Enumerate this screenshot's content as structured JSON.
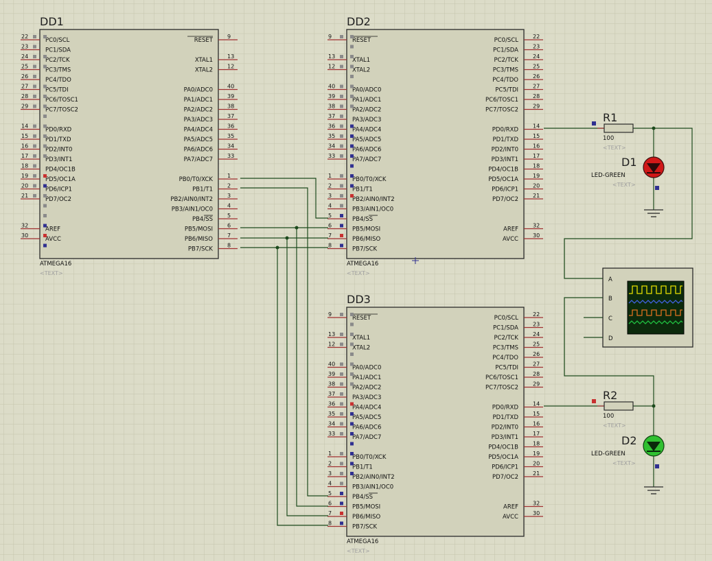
{
  "colors": {
    "background": "#dcdcc8",
    "chip_fill": "#d2d2bb",
    "wire": "#1c4a1c",
    "pin_line": "#a03030",
    "led_red": "#d01818",
    "led_green": "#30c030"
  },
  "chip_model": "ATMEGA16",
  "text_placeholder": "<TEXT>",
  "chips": [
    {
      "id": "DD1",
      "label": "DD1",
      "model": "ATMEGA16",
      "text": "<TEXT>",
      "left": [
        [
          "PC0/SCL",
          "22",
          "g"
        ],
        [
          "PC1/SDA",
          "23",
          "g"
        ],
        [
          "PC2/TCK",
          "24",
          "g"
        ],
        [
          "PC3/TMS",
          "25",
          "g"
        ],
        [
          "PC4/TDO",
          "26",
          "g"
        ],
        [
          "PC5/TDI",
          "27",
          "g"
        ],
        [
          "PC6/TOSC1",
          "28",
          "g"
        ],
        [
          "PC7/TOSC2",
          "29",
          "g"
        ],
        null,
        [
          "PD0/RXD",
          "14",
          "g"
        ],
        [
          "PD1/TXD",
          "15",
          "g"
        ],
        [
          "PD2/INT0",
          "16",
          "g"
        ],
        [
          "PD3/INT1",
          "17",
          "g"
        ],
        [
          "PD4/OC1B",
          "18",
          "g"
        ],
        [
          "PD5/OC1A",
          "19",
          "g"
        ],
        [
          "PD6/ICP1",
          "20",
          "g"
        ],
        [
          "PD7/OC2",
          "21",
          "g"
        ],
        null,
        null,
        [
          "AREF",
          "32",
          ""
        ],
        [
          "AVCC",
          "30",
          ""
        ]
      ],
      "right": [
        [
          "RESET",
          "9",
          "g"
        ],
        null,
        [
          "XTAL1",
          "13",
          "g"
        ],
        [
          "XTAL2",
          "12",
          "g"
        ],
        null,
        [
          "PA0/ADC0",
          "40",
          "g"
        ],
        [
          "PA1/ADC1",
          "39",
          "g"
        ],
        [
          "PA2/ADC2",
          "38",
          "g"
        ],
        [
          "PA3/ADC3",
          "37",
          "g"
        ],
        [
          "PA4/ADC4",
          "36",
          "g"
        ],
        [
          "PA5/ADC5",
          "35",
          "g"
        ],
        [
          "PA6/ADC6",
          "34",
          "g"
        ],
        [
          "PA7/ADC7",
          "33",
          "g"
        ],
        null,
        [
          "PB0/T0/XCK",
          "1",
          "r"
        ],
        [
          "PB1/T1",
          "2",
          "b"
        ],
        [
          "PB2/AIN0/INT2",
          "3",
          "g"
        ],
        [
          "PB3/AIN1/OC0",
          "4",
          "g"
        ],
        [
          "PB4/SS",
          "5",
          "g"
        ],
        [
          "PB5/MOSI",
          "6",
          "b"
        ],
        [
          "PB6/MISO",
          "7",
          "r"
        ],
        [
          "PB7/SCK",
          "8",
          "b"
        ]
      ]
    },
    {
      "id": "DD2",
      "label": "DD2",
      "model": "ATMEGA16",
      "text": "<TEXT>",
      "left": [
        [
          "RESET",
          "9",
          "g"
        ],
        null,
        [
          "XTAL1",
          "13",
          "g"
        ],
        [
          "XTAL2",
          "12",
          "g"
        ],
        null,
        [
          "PA0/ADC0",
          "40",
          "g"
        ],
        [
          "PA1/ADC1",
          "39",
          "g"
        ],
        [
          "PA2/ADC2",
          "38",
          "g"
        ],
        [
          "PA3/ADC3",
          "37",
          "g"
        ],
        [
          "PA4/ADC4",
          "36",
          "g"
        ],
        [
          "PA5/ADC5",
          "35",
          "g"
        ],
        [
          "PA6/ADC6",
          "34",
          "g"
        ],
        [
          "PA7/ADC7",
          "33",
          "g"
        ],
        null,
        [
          "PB0/T0/XCK",
          "1",
          "g"
        ],
        [
          "PB1/T1",
          "2",
          "g"
        ],
        [
          "PB2/AIN0/INT2",
          "3",
          "g"
        ],
        [
          "PB3/AIN1/OC0",
          "4",
          "g"
        ],
        [
          "PB4/SS",
          "5",
          "b"
        ],
        [
          "PB5/MOSI",
          "6",
          "b"
        ],
        [
          "PB6/MISO",
          "7",
          "r"
        ],
        [
          "PB7/SCK",
          "8",
          "b"
        ]
      ],
      "right": [
        [
          "PC0/SCL",
          "22",
          "g"
        ],
        [
          "PC1/SDA",
          "23",
          "g"
        ],
        [
          "PC2/TCK",
          "24",
          "g"
        ],
        [
          "PC3/TMS",
          "25",
          "g"
        ],
        [
          "PC4/TDO",
          "26",
          "g"
        ],
        [
          "PC5/TDI",
          "27",
          "g"
        ],
        [
          "PC6/TOSC1",
          "28",
          "g"
        ],
        [
          "PC7/TOSC2",
          "29",
          "g"
        ],
        null,
        [
          "PD0/RXD",
          "14",
          "b"
        ],
        [
          "PD1/TXD",
          "15",
          "b"
        ],
        [
          "PD2/INT0",
          "16",
          "b"
        ],
        [
          "PD3/INT1",
          "17",
          "b"
        ],
        [
          "PD4/OC1B",
          "18",
          "b"
        ],
        [
          "PD5/OC1A",
          "19",
          "b"
        ],
        [
          "PD6/ICP1",
          "20",
          "b"
        ],
        [
          "PD7/OC2",
          "21",
          "r"
        ],
        null,
        null,
        [
          "AREF",
          "32",
          ""
        ],
        [
          "AVCC",
          "30",
          ""
        ]
      ]
    },
    {
      "id": "DD3",
      "label": "DD3",
      "model": "ATMEGA16",
      "text": "<TEXT>",
      "left": [
        [
          "RESET",
          "9",
          "g"
        ],
        null,
        [
          "XTAL1",
          "13",
          "g"
        ],
        [
          "XTAL2",
          "12",
          "g"
        ],
        null,
        [
          "PA0/ADC0",
          "40",
          "g"
        ],
        [
          "PA1/ADC1",
          "39",
          "g"
        ],
        [
          "PA2/ADC2",
          "38",
          "g"
        ],
        [
          "PA3/ADC3",
          "37",
          "g"
        ],
        [
          "PA4/ADC4",
          "36",
          "g"
        ],
        [
          "PA5/ADC5",
          "35",
          "g"
        ],
        [
          "PA6/ADC6",
          "34",
          "g"
        ],
        [
          "PA7/ADC7",
          "33",
          "g"
        ],
        null,
        [
          "PB0/T0/XCK",
          "1",
          "g"
        ],
        [
          "PB1/T1",
          "2",
          "g"
        ],
        [
          "PB2/AIN0/INT2",
          "3",
          "g"
        ],
        [
          "PB3/AIN1/OC0",
          "4",
          "g"
        ],
        [
          "PB4/SS",
          "5",
          "b"
        ],
        [
          "PB5/MOSI",
          "6",
          "b"
        ],
        [
          "PB6/MISO",
          "7",
          "r"
        ],
        [
          "PB7/SCK",
          "8",
          "b"
        ]
      ],
      "right": [
        [
          "PC0/SCL",
          "22",
          "g"
        ],
        [
          "PC1/SDA",
          "23",
          "g"
        ],
        [
          "PC2/TCK",
          "24",
          "g"
        ],
        [
          "PC3/TMS",
          "25",
          "g"
        ],
        [
          "PC4/TDO",
          "26",
          "g"
        ],
        [
          "PC5/TDI",
          "27",
          "g"
        ],
        [
          "PC6/TOSC1",
          "28",
          "g"
        ],
        [
          "PC7/TOSC2",
          "29",
          "g"
        ],
        null,
        [
          "PD0/RXD",
          "14",
          "r"
        ],
        [
          "PD1/TXD",
          "15",
          "b"
        ],
        [
          "PD2/INT0",
          "16",
          "b"
        ],
        [
          "PD3/INT1",
          "17",
          "b"
        ],
        [
          "PD4/OC1B",
          "18",
          "b"
        ],
        [
          "PD5/OC1A",
          "19",
          "b"
        ],
        [
          "PD6/ICP1",
          "20",
          "b"
        ],
        [
          "PD7/OC2",
          "21",
          "b"
        ],
        null,
        null,
        [
          "AREF",
          "32",
          ""
        ],
        [
          "AVCC",
          "30",
          ""
        ]
      ]
    }
  ],
  "r1": {
    "label": "R1",
    "value": "100",
    "text": "<TEXT>"
  },
  "r2": {
    "label": "R2",
    "value": "100",
    "text": "<TEXT>"
  },
  "d1": {
    "label": "D1",
    "type": "LED-GREEN",
    "text": "<TEXT>",
    "state": "on-red"
  },
  "d2": {
    "label": "D2",
    "type": "LED-GREEN",
    "text": "<TEXT>",
    "state": "on-green"
  },
  "scope": {
    "channels": [
      "A",
      "B",
      "C",
      "D"
    ],
    "trace_colors": [
      "#e8e000",
      "#4060e0",
      "#e07020",
      "#20c040"
    ]
  }
}
